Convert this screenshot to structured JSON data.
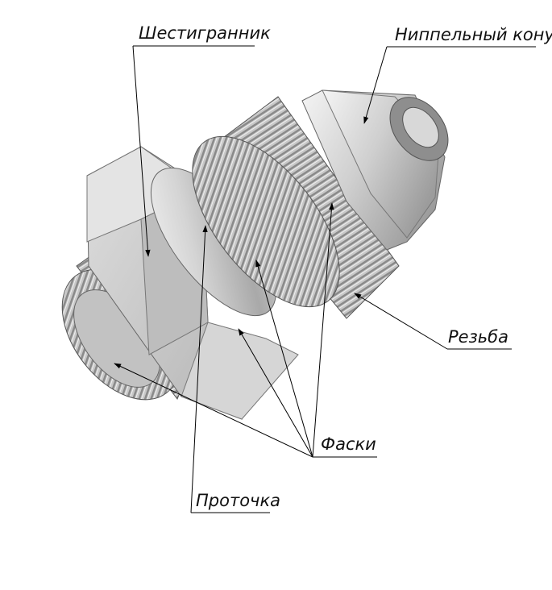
{
  "labels": {
    "hexagon": "Шестигранник",
    "nipple_cone": "Ниппельный конус",
    "thread": "Резьба",
    "chamfers": "Фаски",
    "groove": "Проточка"
  },
  "colors": {
    "background": "#ffffff",
    "line": "#000000",
    "metal_light": "#e6e6e6",
    "metal_mid": "#b8b8b8",
    "metal_dark": "#7a7a7a"
  }
}
